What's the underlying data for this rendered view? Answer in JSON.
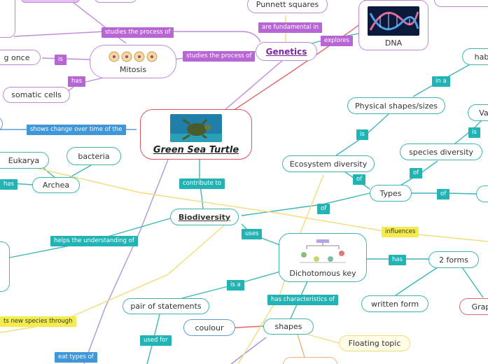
{
  "central": {
    "title": "Green Sea Turtle"
  },
  "nodes": {
    "punnett": "Punnett squares",
    "genetics": "Genetics",
    "dna": "DNA",
    "mitosis": "Mitosis",
    "once": "g once",
    "somatic": "somatic cells",
    "hab": "hab",
    "physical": "Physical shapes/sizes",
    "va": "Va",
    "species_div": "species diversity",
    "ecosystem": "Ecosystem diversity",
    "types": "Types",
    "eukarya": "Eukarya",
    "bacteria": "bacteria",
    "archea": "Archea",
    "biodiversity": "Biodiversity",
    "dichotomous": "Dichotomous key",
    "two_forms": "2 forms",
    "written": "written form",
    "grap": "Grap",
    "pair": "pair of statements",
    "coulour": "coulour",
    "shapes": "shapes",
    "floating": "Floating topic"
  },
  "labels": {
    "studies_top": "studies the process of",
    "fundamental": "are fundamental in",
    "explores": "explores",
    "studies_mid": "studies the process of",
    "is_mitosis": "is",
    "has_mitosis": "has",
    "in_a": "in a",
    "is_eco": "is",
    "is_va": "is",
    "of_species": "of",
    "of_eco": "of",
    "of_right": "of",
    "shows_change": "shows change over time of the",
    "contribute": "contribute to",
    "has_left": "has",
    "of_bio": "of",
    "influences": "influences",
    "helps": "helps the understanding of",
    "uses": "uses",
    "has_forms": "has",
    "is_a": "is a",
    "has_char": "has characteristics of",
    "new_species": "ts new species through",
    "used_for": "used for",
    "eat_types": "eat types of"
  },
  "colors": {
    "teal": "#3fb5b8",
    "purple": "#c08ad8",
    "red": "#e0505a",
    "yellow": "#f4ec4a",
    "blue": "#5b9bd5"
  }
}
